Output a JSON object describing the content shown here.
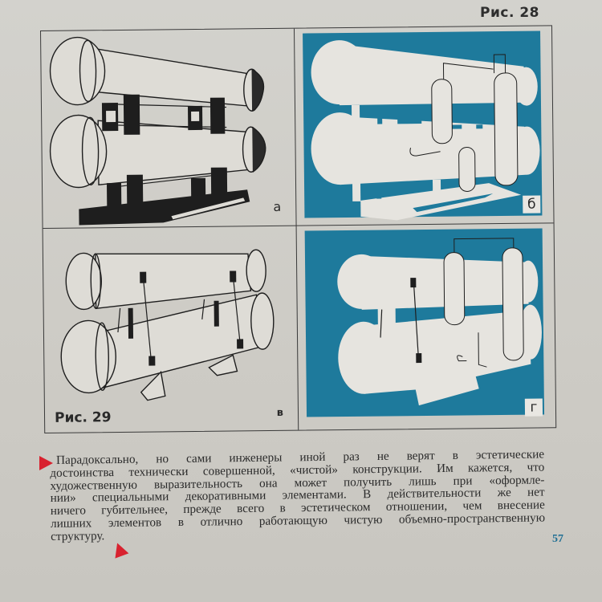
{
  "page": {
    "figure_label_top": "Рис. 28",
    "figure_label_bottom": "Рис. 29",
    "page_number": "57",
    "colors": {
      "paper": "#cfcdc7",
      "panel_blue": "#1e7a9c",
      "marker_red": "#d8222f",
      "page_number_blue": "#1f6e93",
      "line": "#3a3a3a"
    }
  },
  "figures": [
    {
      "id": "a",
      "letter": "а",
      "style": "line-drawing",
      "description": "Heat exchanger with two horizontal cylindrical shells, flanged end caps, I-beam frame supports and base plate"
    },
    {
      "id": "b",
      "letter": "б",
      "style": "blue-silhouette",
      "description": "Stylized silhouette version of the heat exchanger with vertical vessels and piping"
    },
    {
      "id": "v",
      "letter": "в",
      "style": "line-drawing",
      "description": "Heat exchanger with two cylindrical shells on saddle supports, level gauges between shells"
    },
    {
      "id": "g",
      "letter": "г",
      "style": "blue-silhouette",
      "description": "Stylized silhouette version with vertical vessels, piping and level gauge"
    }
  ],
  "text": {
    "lines": [
      "Парадоксально, но сами инженеры иной раз не верят в эстетические",
      "достоинства технически совершенной, «чистой» конструкции. Им кажется, что",
      "художественную выразительность она может получить лишь при «оформле-",
      "нии» специальными декоративными элементами. В действительности же нет",
      "ничего губительнее, прежде всего в эстетическом отношении, чем внесение",
      "лишних элементов в отлично работающую чистую объемно-пространственную",
      "структуру."
    ]
  },
  "markers": {
    "start": "red-triangle-right",
    "end": "red-triangle-up"
  }
}
